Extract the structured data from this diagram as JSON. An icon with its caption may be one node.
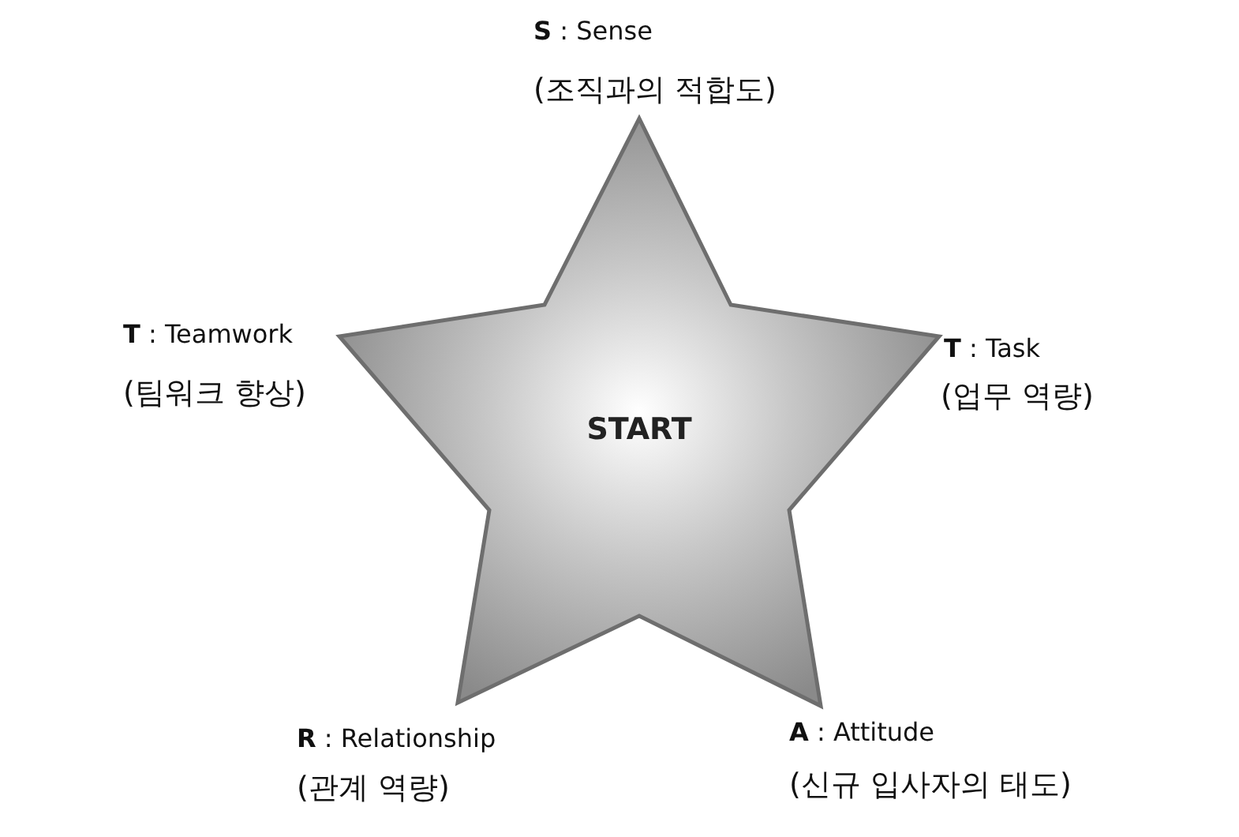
{
  "diagram": {
    "nodes": [
      {
        "text": [
          "START"
        ]
      }
    ],
    "labels": [
      "**S** : Sense",
      "(조직과의 적합도)",
      "**T** : Teamwork",
      "(팀워크 향상)",
      "**T** : Task",
      "(업무 역량)",
      "**R** : Relationship",
      "(관계 역량)",
      "**A** : Attitude",
      "(신규 입사자의 태도)"
    ]
  }
}
